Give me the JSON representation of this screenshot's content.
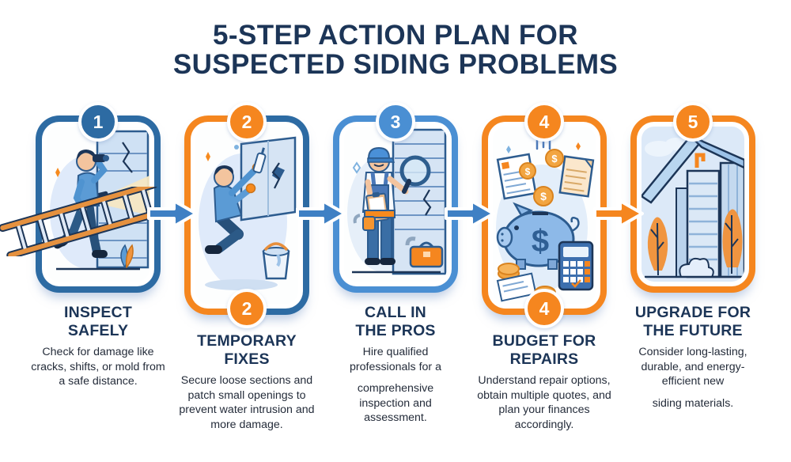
{
  "title": {
    "line1": "5-STEP ACTION PLAN FOR",
    "line2": "SUSPECTED SIDING PROBLEMS"
  },
  "palette": {
    "navy_heading": "#1c3557",
    "body_text": "#242c3a",
    "blue_dark": "#2d6ba3",
    "blue_medium": "#4a8fd3",
    "orange": "#f5861f",
    "arrow_blue": "#3f80c4"
  },
  "steps": [
    {
      "number": "1",
      "heading": "INSPECT SAFELY",
      "description": "Check for damage like cracks, shifts, or mold from a safe distance.",
      "badge_color": "#2d6ba3",
      "border_color": "#2d6ba3",
      "bottom_badge": false,
      "illustration": "man-carrying-ladder-inspecting-siding-with-binoculars-and-flashlight"
    },
    {
      "number": "2",
      "heading": "TEMPORARY FIXES",
      "description": "Secure loose sections and patch small openings to prevent water intrusion and more damage.",
      "badge_color": "#f5861f",
      "border_color": "orange-left / blue-right split",
      "bottom_badge": true,
      "illustration": "man-kneeling-sealing-wall-crack-with-caulk-and-bucket"
    },
    {
      "number": "3",
      "heading": "CALL IN THE PROS",
      "description": "Hire qualified professionals for a",
      "description2": "comprehensive inspection and assessment.",
      "badge_color": "#4a8fd3",
      "border_color": "#4a8fd3",
      "bottom_badge": false,
      "illustration": "contractor-with-cap-clipboard-magnifying-glass-and-toolbox"
    },
    {
      "number": "4",
      "heading": "BUDGET FOR REPAIRS",
      "description": "Understand repair options, obtain multiple quotes, and plan your finances accordingly.",
      "badge_color": "#f5861f",
      "border_color": "#f5861f",
      "bottom_badge": true,
      "illustration": "piggy-bank-with-coins-calculator-and-quote-papers"
    },
    {
      "number": "5",
      "heading": "UPGRADE FOR THE FUTURE",
      "description": "Consider long-lasting, durable, and energy-efficient new",
      "description2": "siding materials.",
      "badge_color": "#f5861f",
      "border_color": "#f5861f",
      "bottom_badge": false,
      "illustration": "house-with-new-siding-roof-and-orange-trees"
    }
  ],
  "arrows": [
    {
      "from": "1",
      "to": "2",
      "color": "#3f80c4"
    },
    {
      "from": "2",
      "to": "3",
      "color": "#3f80c4"
    },
    {
      "from": "3",
      "to": "4",
      "color": "#3f80c4"
    },
    {
      "from": "4",
      "to": "5",
      "color": "#f5861f"
    }
  ]
}
